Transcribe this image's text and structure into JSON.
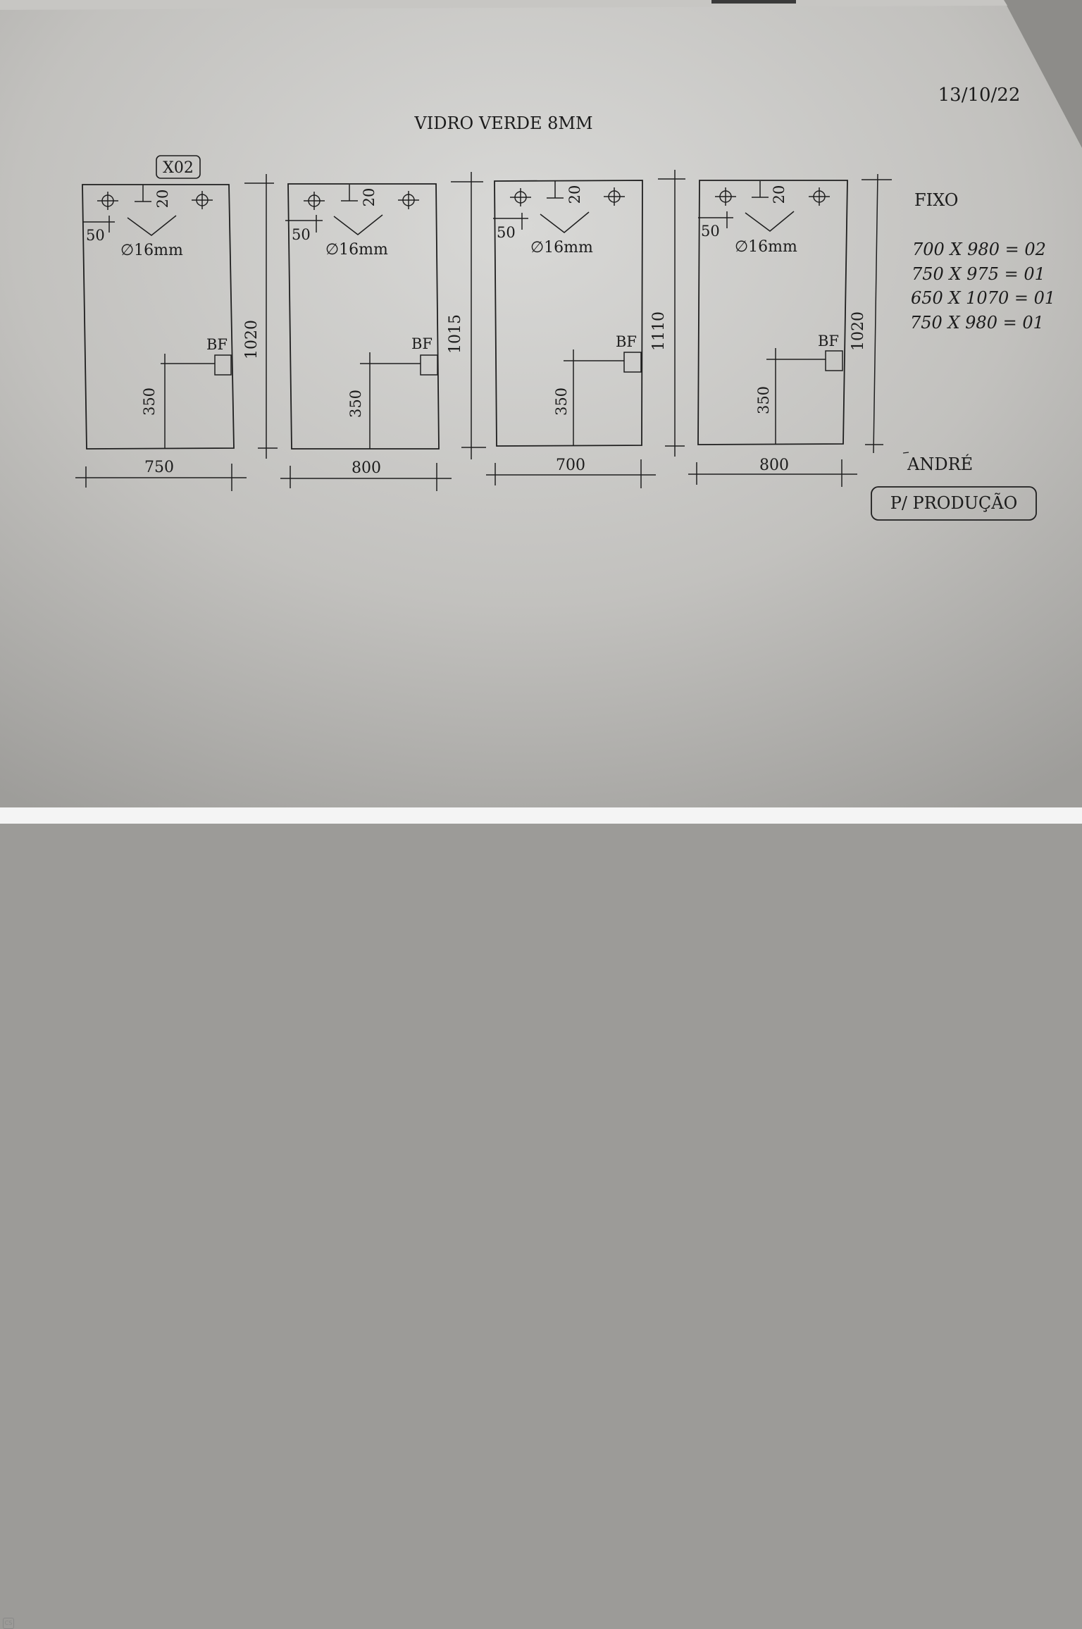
{
  "sheet": {
    "date": "13/10/22",
    "title": "VIDRO VERDE 8MM",
    "quantity_tag": "X02",
    "type_label": "FIXO",
    "list": [
      "700 X 980 = 02",
      "750 X 975 = 01",
      "650 X 1070 = 01",
      "750 X 980 = 01"
    ],
    "author": "ANDRÉ",
    "stamp": "P/ PRODUÇÃO"
  },
  "panels": [
    {
      "width": "750",
      "height": "1020",
      "top_offset": "20",
      "side_offset": "50",
      "hole": "∅16mm",
      "bf_label": "BF",
      "bf_height": "350"
    },
    {
      "width": "800",
      "height": "1015",
      "top_offset": "20",
      "side_offset": "50",
      "hole": "∅16mm",
      "bf_label": "BF",
      "bf_height": "350"
    },
    {
      "width": "700",
      "height": "1110",
      "top_offset": "20",
      "side_offset": "50",
      "hole": "∅16mm",
      "bf_label": "BF",
      "bf_height": "350"
    },
    {
      "width": "800",
      "height": "1020",
      "top_offset": "20",
      "side_offset": "50",
      "hole": "∅16mm",
      "bf_label": "BF",
      "bf_height": "350"
    }
  ],
  "colors": {
    "ink": "#1f1f1f",
    "paper_light": "#d9d9d7",
    "paper_dark": "#9f9e9b"
  },
  "footer": {
    "logo": "CS"
  }
}
